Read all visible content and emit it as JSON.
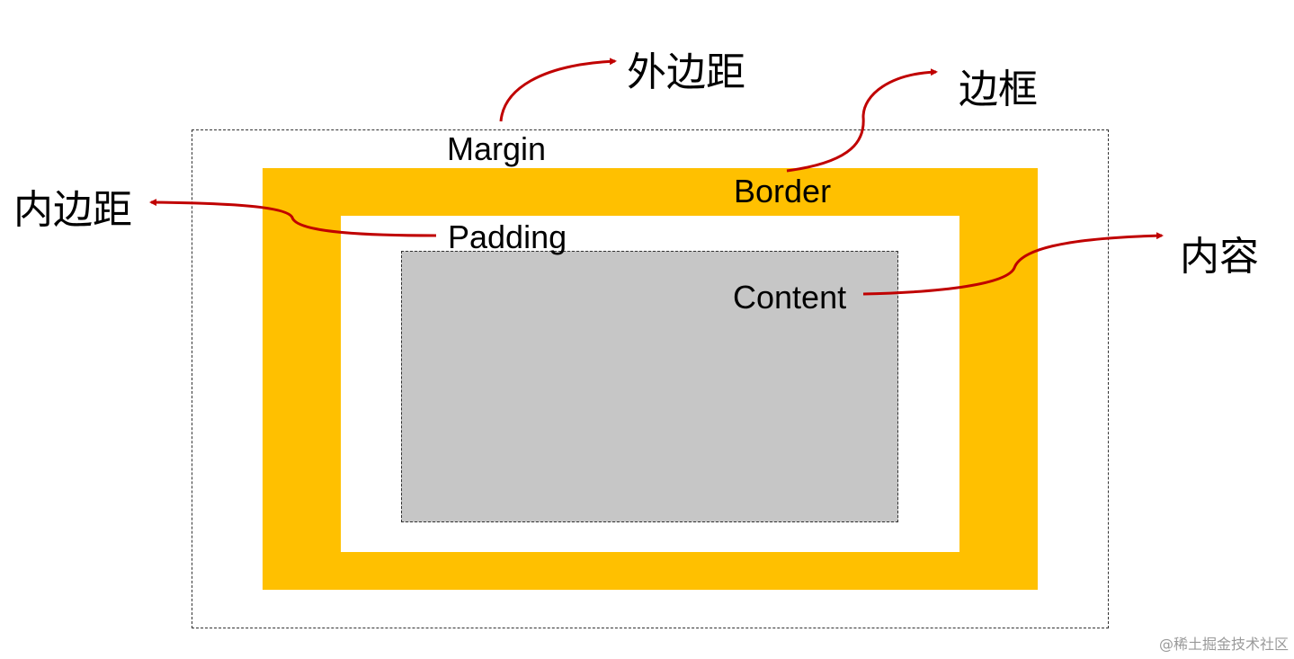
{
  "colors": {
    "border_fill": "#FFC000",
    "padding_fill": "#FFFFFF",
    "content_fill": "#C6C6C6",
    "arrow": "#C00000",
    "dash": "#333333"
  },
  "labels": {
    "margin": "Margin",
    "border": "Border",
    "padding": "Padding",
    "content": "Content"
  },
  "annotations": {
    "margin": "外边距",
    "border": "边框",
    "padding": "内边距",
    "content": "内容"
  },
  "watermark": "@稀土掘金技术社区"
}
